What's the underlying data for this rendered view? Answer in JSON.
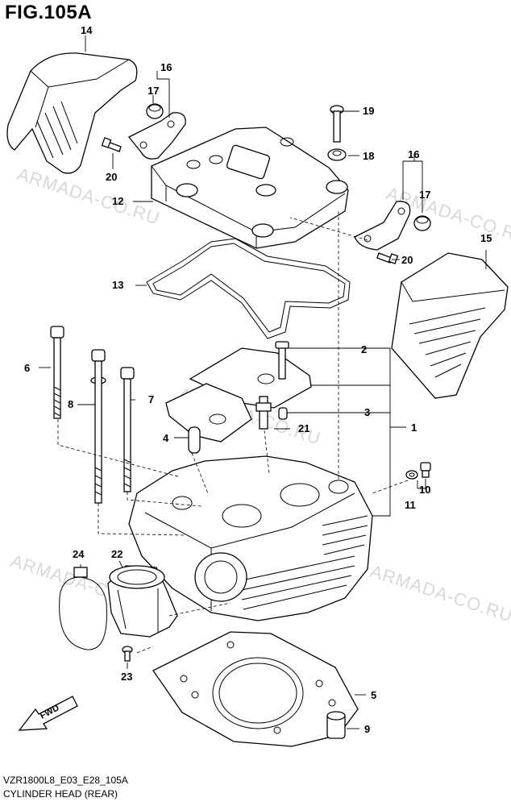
{
  "figure": {
    "title": "FIG.105A",
    "code": "VZR1800L8_E03_E28_105A",
    "name": "CYLINDER HEAD (REAR)"
  },
  "watermark": "ARMADA-CO.RU",
  "fwd_label": "FWD",
  "callouts": {
    "c1": "1",
    "c2": "2",
    "c3": "3",
    "c4": "4",
    "c5": "5",
    "c6": "6",
    "c7": "7",
    "c8": "8",
    "c9": "9",
    "c10": "10",
    "c11": "11",
    "c12": "12",
    "c13": "13",
    "c14": "14",
    "c15": "15",
    "c16a": "16",
    "c16b": "16",
    "c17a": "17",
    "c17b": "17",
    "c18": "18",
    "c19": "19",
    "c20a": "20",
    "c20b": "20",
    "c21": "21",
    "c22": "22",
    "c23": "23",
    "c24": "24"
  }
}
